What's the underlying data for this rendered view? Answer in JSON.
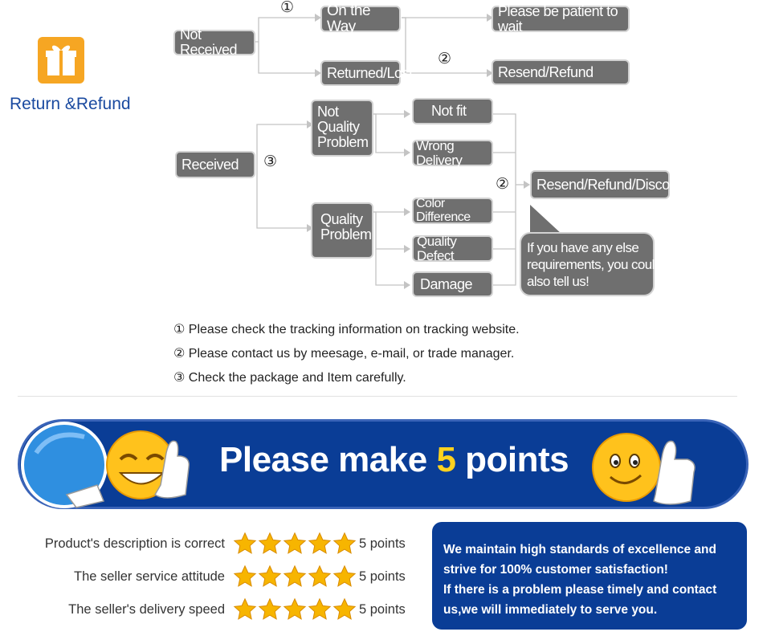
{
  "section": {
    "title": "Return &Refund",
    "icon": "gift-icon"
  },
  "flow": {
    "not_received": "Not Received",
    "on_the_way": "On the Way",
    "returned_lost": "Returned/Lost",
    "be_patient": "Please be patient to wait",
    "resend_refund": "Resend/Refund",
    "received": "Received",
    "not_quality_1": "Not",
    "not_quality_2": "Quality",
    "not_quality_3": "Problem",
    "quality_1": "Quality",
    "quality_2": "Problem",
    "not_fit": "Not fit",
    "wrong_delivery": "Wrong Delivery",
    "color_difference": "Color Difference",
    "quality_defect": "Quality Defect",
    "damage": "Damage",
    "resend_refund_discount": "Resend/Refund/Discount",
    "bubble_1": "If you have any else",
    "bubble_2": "requirements, you could",
    "bubble_3": "also tell us!",
    "marker_1": "①",
    "marker_2": "②",
    "marker_3": "③"
  },
  "notes": [
    {
      "num": "①",
      "text": " Please check the tracking information on tracking website."
    },
    {
      "num": "②",
      "text": " Please contact us by meesage, e-mail, or trade manager."
    },
    {
      "num": "③",
      "text": " Check the package and Item carefully."
    }
  ],
  "banner": {
    "text_before": "Please make ",
    "highlight": "5",
    "text_after": " points"
  },
  "ratings": [
    {
      "label": "Product's description is correct",
      "stars": 5,
      "points": "5 points"
    },
    {
      "label": "The seller service attitude",
      "stars": 5,
      "points": "5 points"
    },
    {
      "label": "The seller's delivery speed",
      "stars": 5,
      "points": "5 points"
    }
  ],
  "promise": {
    "line1": "We maintain high standards of excellence and",
    "line2": "strive for 100% customer satisfaction!",
    "line3": "If there is a problem please timely and contact",
    "line4": "us,we will immediately to serve you."
  },
  "colors": {
    "box_gray": "#6f6f6f",
    "banner_blue": "#0a3d96",
    "title_blue": "#1a4aa0",
    "gift_orange": "#f6a623",
    "star_gold": "#f7b500"
  }
}
